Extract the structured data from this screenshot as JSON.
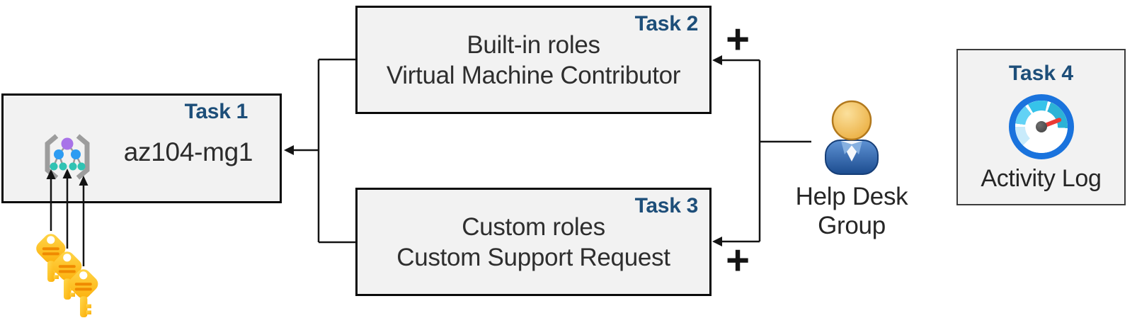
{
  "task1": {
    "label": "Task 1",
    "title": "az104-mg1"
  },
  "task2": {
    "label": "Task 2",
    "line1": "Built-in roles",
    "line2": "Virtual Machine Contributor"
  },
  "task3": {
    "label": "Task 3",
    "line1": "Custom roles",
    "line2": "Custom Support Request"
  },
  "task4": {
    "label": "Task 4",
    "title": "Activity Log"
  },
  "help_desk_group": {
    "line1": "Help Desk",
    "line2": "Group"
  },
  "plus_task2": "+",
  "plus_task3": "+",
  "icons": {
    "management_group": "management-group-icon",
    "keys": "three-gold-keys-icon",
    "user": "help-desk-user-icon",
    "gauge": "activity-log-gauge-icon"
  },
  "colors": {
    "task_label_blue": "#1D4E79",
    "box_fill": "#F2F2F2",
    "box_border": "#0A0A0A",
    "connector": "#141414",
    "key_gold": "#FFC10E",
    "key_groove": "#F08A00",
    "person_body_blue": "#2D5FA6",
    "person_head_gold": "#E9A835",
    "gauge_ring_blue": "#1A73DD",
    "gauge_needle_red": "#EA3A34",
    "mg_purple": "#A873E8",
    "mg_blue": "#2D9CF2",
    "mg_teal": "#30C3B3"
  }
}
